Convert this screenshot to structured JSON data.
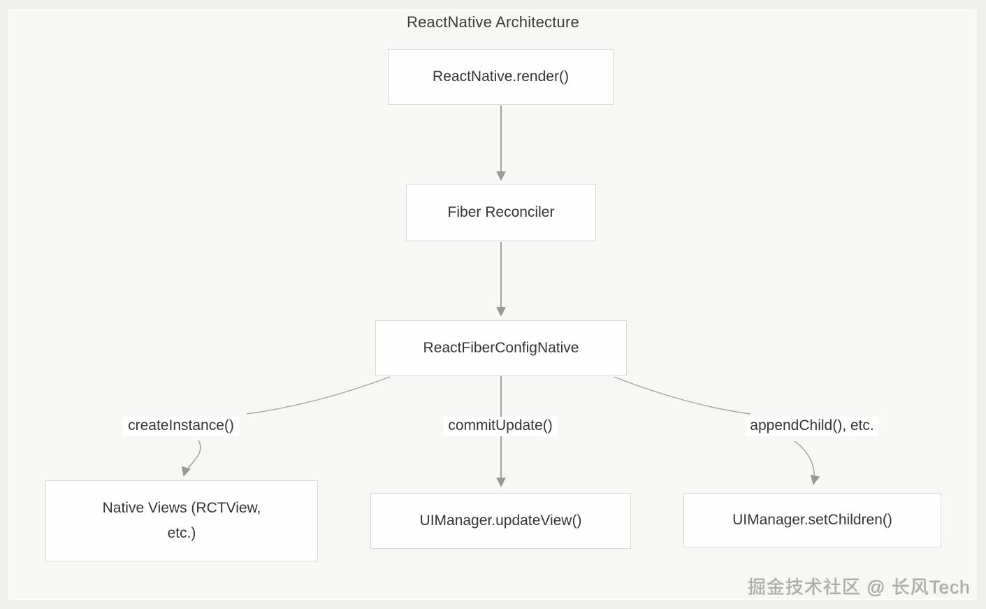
{
  "title": "ReactNative Architecture",
  "nodes": {
    "render": {
      "label": "ReactNative.render()"
    },
    "fiber": {
      "label": "Fiber Reconciler"
    },
    "config": {
      "label": "ReactFiberConfigNative"
    },
    "native_views": {
      "label": "Native Views (RCTView, etc.)"
    },
    "update_view": {
      "label": "UIManager.updateView()"
    },
    "set_children": {
      "label": "UIManager.setChildren()"
    }
  },
  "edges": {
    "create_instance": {
      "label": "createInstance()"
    },
    "commit_update": {
      "label": "commitUpdate()"
    },
    "append_child": {
      "label": "appendChild(), etc."
    }
  },
  "watermark": {
    "text": "掘金技术社区 @ 长风Tech"
  },
  "colors": {
    "background": "#efefed",
    "panel": "#f7f7f5",
    "node_fill": "#fefefe",
    "node_border": "#d9d9d7",
    "edge_line": "#a2a2a2",
    "arrowhead": "#999997",
    "text": "#343434",
    "watermark": "#aaaaa8"
  }
}
